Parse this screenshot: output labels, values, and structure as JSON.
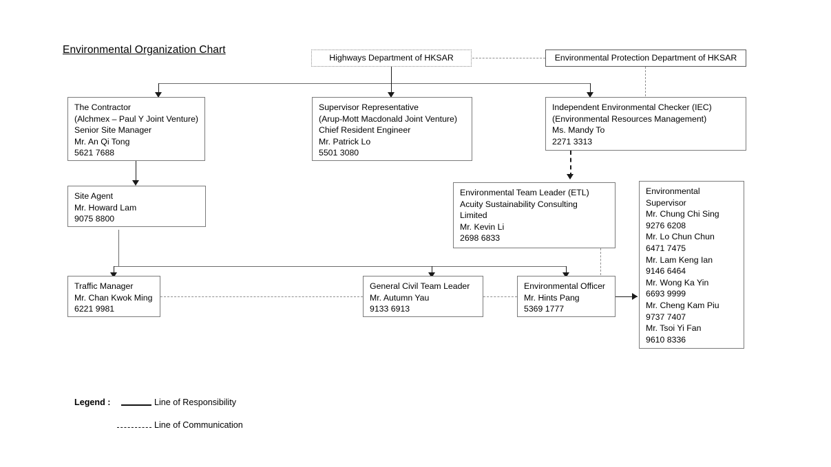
{
  "page": {
    "title": "Environmental Organization Chart"
  },
  "chart_data": {
    "type": "diagram",
    "title": "Environmental Organization Chart",
    "nodes": [
      {
        "id": "hyd",
        "name": "highways-department",
        "text": "Highways Department of HKSAR",
        "border": "dotted"
      },
      {
        "id": "epd",
        "name": "environmental-protection-department",
        "text": "Environmental Protection Department of HKSAR",
        "border": "solid"
      },
      {
        "id": "contractor",
        "name": "the-contractor",
        "text": "The Contractor\n(Alchmex – Paul Y Joint Venture)\nSenior Site Manager\nMr. An Qi Tong\n5621 7688",
        "border": "solid"
      },
      {
        "id": "supervisor-rep",
        "name": "supervisor-representative",
        "text": "Supervisor Representative\n(Arup-Mott Macdonald Joint Venture)\nChief Resident Engineer\nMr. Patrick Lo\n5501 3080",
        "border": "solid"
      },
      {
        "id": "iec",
        "name": "independent-environmental-checker",
        "text": "Independent Environmental Checker (IEC)\n(Environmental Resources Management)\nMs. Mandy To\n2271 3313",
        "border": "solid"
      },
      {
        "id": "site-agent",
        "name": "site-agent",
        "text": "Site Agent\nMr. Howard Lam\n9075 8800",
        "border": "solid"
      },
      {
        "id": "etl",
        "name": "environmental-team-leader",
        "text": "Environmental Team Leader (ETL)\nAcuity Sustainability Consulting\nLimited\nMr. Kevin Li\n2698 6833",
        "border": "solid"
      },
      {
        "id": "env-supervisor",
        "name": "environmental-supervisor",
        "text": "Environmental\nSupervisor\nMr. Chung Chi Sing\n9276 6208\nMr. Lo Chun Chun\n6471 7475\nMr. Lam Keng Ian\n9146 6464\nMr. Wong Ka Yin\n6693 9999\nMr. Cheng Kam Piu\n9737 7407\nMr. Tsoi Yi Fan\n9610 8336",
        "border": "solid"
      },
      {
        "id": "traffic-manager",
        "name": "traffic-manager",
        "text": "Traffic Manager\nMr. Chan Kwok Ming\n6221 9981",
        "border": "solid"
      },
      {
        "id": "gctl",
        "name": "general-civil-team-leader",
        "text": "General Civil Team Leader\nMr. Autumn Yau\n9133 6913",
        "border": "solid"
      },
      {
        "id": "env-officer",
        "name": "environmental-officer",
        "text": "Environmental Officer\nMr. Hints Pang\n5369 1777",
        "border": "solid"
      }
    ],
    "edges": [
      {
        "from": "hyd",
        "to": "epd",
        "style": "communication"
      },
      {
        "from": "hyd",
        "to": "contractor",
        "style": "responsibility"
      },
      {
        "from": "hyd",
        "to": "supervisor-rep",
        "style": "responsibility"
      },
      {
        "from": "hyd",
        "to": "iec",
        "style": "responsibility"
      },
      {
        "from": "epd",
        "to": "iec",
        "style": "communication"
      },
      {
        "from": "contractor",
        "to": "site-agent",
        "style": "responsibility"
      },
      {
        "from": "iec",
        "to": "etl",
        "style": "communication"
      },
      {
        "from": "site-agent",
        "to": "traffic-manager",
        "style": "responsibility"
      },
      {
        "from": "site-agent",
        "to": "gctl",
        "style": "responsibility"
      },
      {
        "from": "site-agent",
        "to": "env-officer",
        "style": "responsibility"
      },
      {
        "from": "etl",
        "to": "env-officer",
        "style": "communication"
      },
      {
        "from": "traffic-manager",
        "to": "gctl",
        "style": "communication"
      },
      {
        "from": "gctl",
        "to": "env-officer",
        "style": "communication"
      },
      {
        "from": "env-officer",
        "to": "env-supervisor",
        "style": "responsibility"
      }
    ]
  },
  "legend": {
    "label": "Legend :",
    "responsibility": "Line of Responsibility",
    "communication": "Line of Communication"
  }
}
